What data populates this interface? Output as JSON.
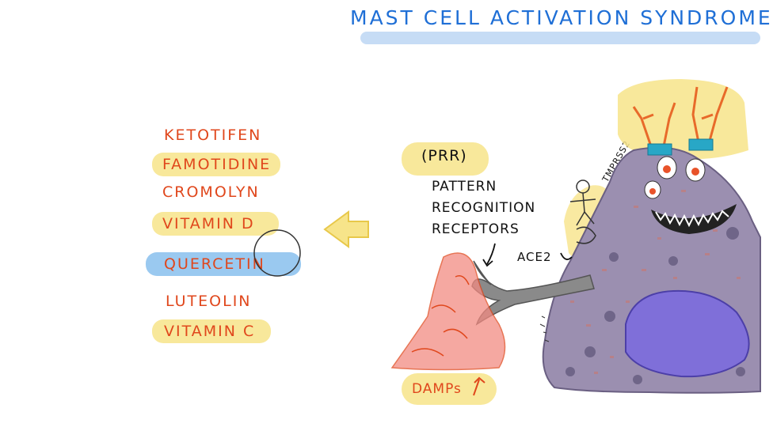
{
  "title": "MAST CELL ACTIVATION SYNDROME",
  "medications": [
    {
      "label": "KETOTIFEN",
      "highlight": "none"
    },
    {
      "label": "FAMOTIDINE",
      "highlight": "yellow"
    },
    {
      "label": "CROMOLYN",
      "highlight": "none"
    },
    {
      "label": "VITAMIN D",
      "highlight": "yellow"
    },
    {
      "label": "QUERCETIN",
      "highlight": "blue"
    },
    {
      "label": "LUTEOLIN",
      "highlight": "none"
    },
    {
      "label": "VITAMIN C",
      "highlight": "yellow"
    }
  ],
  "prr": {
    "abbrev": "(PRR)",
    "lines": [
      "PATTERN",
      "RECOGNITION",
      "RECEPTORS"
    ]
  },
  "ace2": "ACE2",
  "tmprss2": "TMPRSS2",
  "damps": "DAMPs",
  "colors": {
    "title": "#1f6fd6",
    "med_text": "#e0471c",
    "highlight_yellow": "#f7e48a",
    "highlight_blue": "#8fc3ee",
    "cell_body": "#9b8fb0",
    "nucleus": "#7f6fd9",
    "damps_red": "#f28b82"
  }
}
